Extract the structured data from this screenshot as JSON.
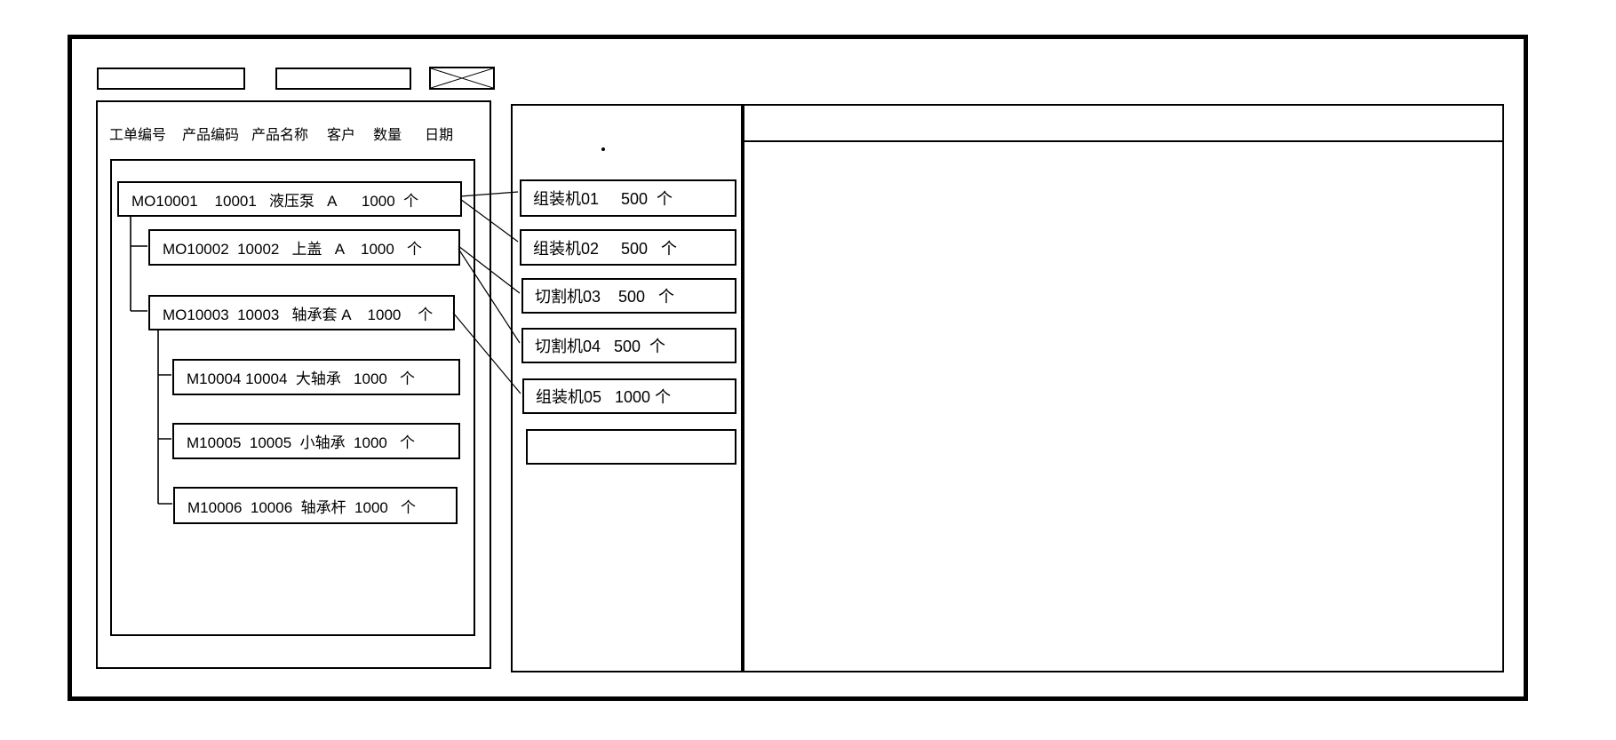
{
  "toolbar": {
    "field1_value": "",
    "field2_value": ""
  },
  "work_order_panel": {
    "columns": [
      "工单编号",
      "产品编码",
      "产品名称",
      "客户",
      "数量",
      "日期"
    ],
    "orders": [
      {
        "text": "MO10001    10001   液压泵   A      1000  个",
        "order_no": "MO10001",
        "product_code": "10001",
        "product_name": "液压泵",
        "customer": "A",
        "qty": "1000",
        "unit": "个"
      },
      {
        "text": "MO10002  10002   上盖   A    1000   个",
        "order_no": "MO10002",
        "product_code": "10002",
        "product_name": "上盖",
        "customer": "A",
        "qty": "1000",
        "unit": "个"
      },
      {
        "text": "MO10003  10003   轴承套 A    1000    个",
        "order_no": "MO10003",
        "product_code": "10003",
        "product_name": "轴承套",
        "customer": "A",
        "qty": "1000",
        "unit": "个"
      },
      {
        "text": "M10004 10004  大轴承   1000   个",
        "order_no": "M10004",
        "product_code": "10004",
        "product_name": "大轴承",
        "customer": "",
        "qty": "1000",
        "unit": "个"
      },
      {
        "text": "M10005  10005  小轴承  1000   个",
        "order_no": "M10005",
        "product_code": "10005",
        "product_name": "小轴承",
        "customer": "",
        "qty": "1000",
        "unit": "个"
      },
      {
        "text": "M10006  10006  轴承杆  1000   个",
        "order_no": "M10006",
        "product_code": "10006",
        "product_name": "轴承杆",
        "customer": "",
        "qty": "1000",
        "unit": "个"
      }
    ]
  },
  "machine_panel": {
    "dot": ".",
    "machines": [
      {
        "text": "组装机01     500  个",
        "name": "组装机01",
        "qty": "500",
        "unit": "个"
      },
      {
        "text": "组装机02     500   个",
        "name": "组装机02",
        "qty": "500",
        "unit": "个"
      },
      {
        "text": "切割机03    500   个",
        "name": "切割机03",
        "qty": "500",
        "unit": "个"
      },
      {
        "text": "切割机04   500  个",
        "name": "切割机04",
        "qty": "500",
        "unit": "个"
      },
      {
        "text": "组装机05   1000 个",
        "name": "组装机05",
        "qty": "1000",
        "unit": "个"
      },
      {
        "text": "",
        "name": "",
        "qty": "",
        "unit": ""
      }
    ]
  },
  "detail_panel": {
    "content": ""
  },
  "links": [
    {
      "from": "MO10001",
      "to": "组装机01"
    },
    {
      "from": "MO10001",
      "to": "组装机02"
    },
    {
      "from": "MO10002",
      "to": "切割机03"
    },
    {
      "from": "MO10002",
      "to": "切割机04"
    },
    {
      "from": "MO10003",
      "to": "组装机05"
    }
  ]
}
